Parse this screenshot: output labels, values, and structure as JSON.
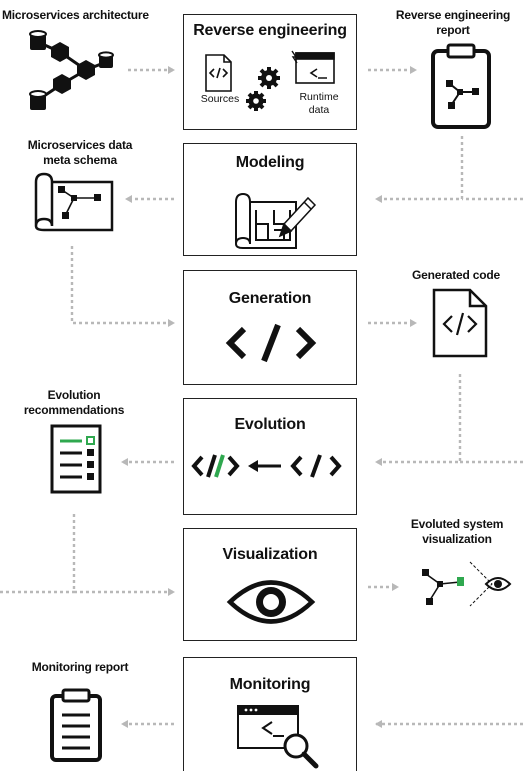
{
  "stages": [
    {
      "title": "Reverse engineering",
      "sub_sources": "Sources",
      "sub_runtime": "Runtime data"
    },
    {
      "title": "Modeling"
    },
    {
      "title": "Generation"
    },
    {
      "title": "Evolution"
    },
    {
      "title": "Visualization"
    },
    {
      "title": "Monitoring"
    }
  ],
  "artifacts": {
    "microservices_architecture": "Microservices architecture",
    "reverse_engineering_report": "Reverse engineering report",
    "data_meta_schema": "Microservices data meta schema",
    "generated_code": "Generated code",
    "evolution_recommendations": "Evolution recommendations",
    "evoluted_system_visualization": "Evoluted system visualization",
    "monitoring_report": "Monitoring report"
  },
  "colors": {
    "accent": "#2fa84f",
    "line": "#111111",
    "connector": "#b8b8b8"
  },
  "icons": [
    "microservices-graph-icon",
    "code-file-icon",
    "gear-icon",
    "terminal-window-icon",
    "clipboard-graph-icon",
    "blueprint-graph-icon",
    "blueprint-pencil-icon",
    "code-brackets-icon",
    "document-code-icon",
    "checklist-icon",
    "code-evolution-icon",
    "graph-eye-icon",
    "eye-icon",
    "clipboard-list-icon",
    "terminal-search-icon"
  ]
}
